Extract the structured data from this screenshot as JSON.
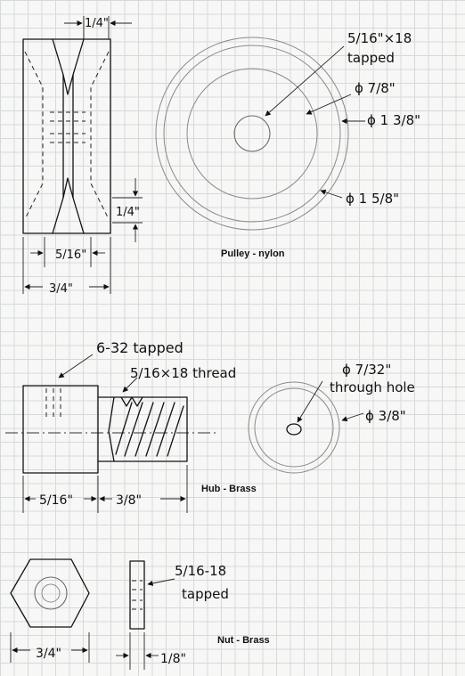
{
  "pulley": {
    "caption": "Pulley - nylon",
    "dim_groove_top": "1/4\"",
    "dim_groove_depth": "1/4\"",
    "dim_hub_width": "5/16\"",
    "dim_total_width": "3/4\"",
    "tap_line1": "5/16\"×18",
    "tap_line2": "tapped",
    "dia_bore": "ϕ 7/8\"",
    "dia_groove": "ϕ 1 3/8\"",
    "dia_outer": "ϕ 1 5/8\""
  },
  "hub": {
    "caption": "Hub - Brass",
    "set_screw": "6-32 tapped",
    "thread": "5/16×18 thread",
    "dim_collar": "5/16\"",
    "dim_thread_len": "3/8\"",
    "hole_line1": "ϕ 7/32\"",
    "hole_line2": "through hole",
    "dia_outer": "ϕ 3/8\""
  },
  "nut": {
    "caption": "Nut - Brass",
    "tap_line1": "5/16-18",
    "tap_line2": "tapped",
    "dim_across": "3/4\"",
    "dim_thickness": "1/8\""
  }
}
